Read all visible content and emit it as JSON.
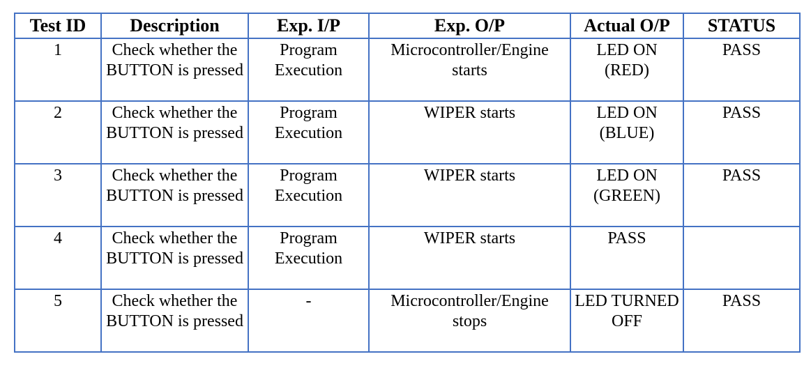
{
  "table": {
    "headers": [
      "Test ID",
      "Description",
      "Exp. I/P",
      "Exp. O/P",
      "Actual O/P",
      "STATUS"
    ],
    "rows": [
      {
        "id": "1",
        "description": "Check whether the BUTTON is pressed",
        "exp_ip": "Program Execution",
        "exp_op": "Microcontroller/Engine starts",
        "actual_op": "LED ON (RED)",
        "status": "PASS"
      },
      {
        "id": "2",
        "description": "Check whether the BUTTON is pressed",
        "exp_ip": "Program Execution",
        "exp_op": "WIPER starts",
        "actual_op": "LED ON (BLUE)",
        "status": "PASS"
      },
      {
        "id": "3",
        "description": "Check whether the BUTTON is pressed",
        "exp_ip": "Program Execution",
        "exp_op": "WIPER starts",
        "actual_op": "LED ON (GREEN)",
        "status": "PASS"
      },
      {
        "id": "4",
        "description": "Check whether the BUTTON is pressed",
        "exp_ip": "Program Execution",
        "exp_op": "WIPER starts",
        "actual_op": "PASS",
        "status": ""
      },
      {
        "id": "5",
        "description": "Check whether the BUTTON is pressed",
        "exp_ip": "-",
        "exp_op": "Microcontroller/Engine stops",
        "actual_op": "LED TURNED OFF",
        "status": "PASS"
      }
    ]
  },
  "colors": {
    "border": "#4472c4",
    "text": "#000000",
    "background": "#ffffff"
  }
}
